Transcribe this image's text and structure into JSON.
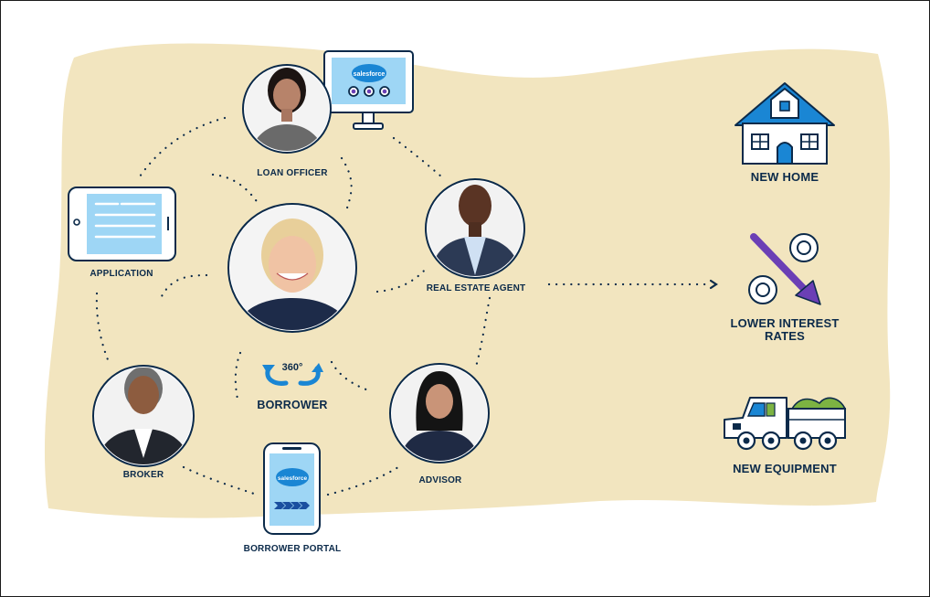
{
  "colors": {
    "background_blob": "#f2e5bf",
    "navy": "#0b2a4a",
    "blue": "#1a86d4",
    "light_blue": "#9ed6f5",
    "purple": "#6b3fb5",
    "green": "#7cb342"
  },
  "nodes": {
    "loan_officer": {
      "label": "LOAN OFFICER",
      "icon": "person-photo"
    },
    "application": {
      "label": "APPLICATION",
      "icon": "tablet-icon"
    },
    "borrower": {
      "label": "BORROWER",
      "icon": "person-photo",
      "badge": "360°"
    },
    "real_estate_agent": {
      "label": "REAL ESTATE AGENT",
      "icon": "person-photo"
    },
    "broker": {
      "label": "BROKER",
      "icon": "person-photo"
    },
    "advisor": {
      "label": "ADVISOR",
      "icon": "person-photo"
    },
    "borrower_portal": {
      "label": "BORROWER PORTAL",
      "icon": "phone-icon",
      "logo": "salesforce"
    },
    "monitor": {
      "icon": "monitor-icon",
      "logo": "salesforce"
    }
  },
  "outcomes": {
    "new_home": {
      "label": "NEW HOME",
      "icon": "house-icon"
    },
    "lower_rates": {
      "label": "LOWER INTEREST RATES",
      "icon": "percent-arrow-icon"
    },
    "new_equipment": {
      "label": "NEW EQUIPMENT",
      "icon": "truck-icon"
    }
  }
}
